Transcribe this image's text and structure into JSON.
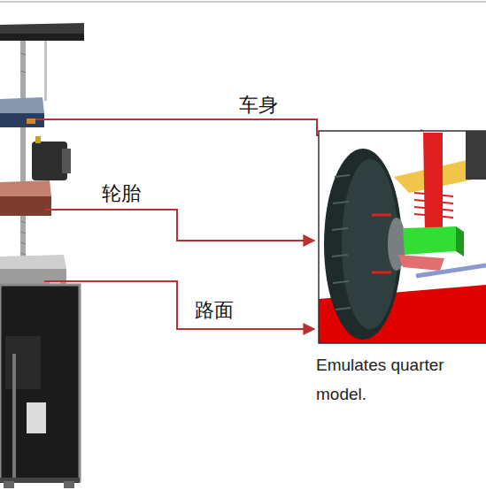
{
  "diagram": {
    "caption": "Emulates quarter model.",
    "labels": [
      "车身",
      "轮胎",
      "路面"
    ]
  }
}
